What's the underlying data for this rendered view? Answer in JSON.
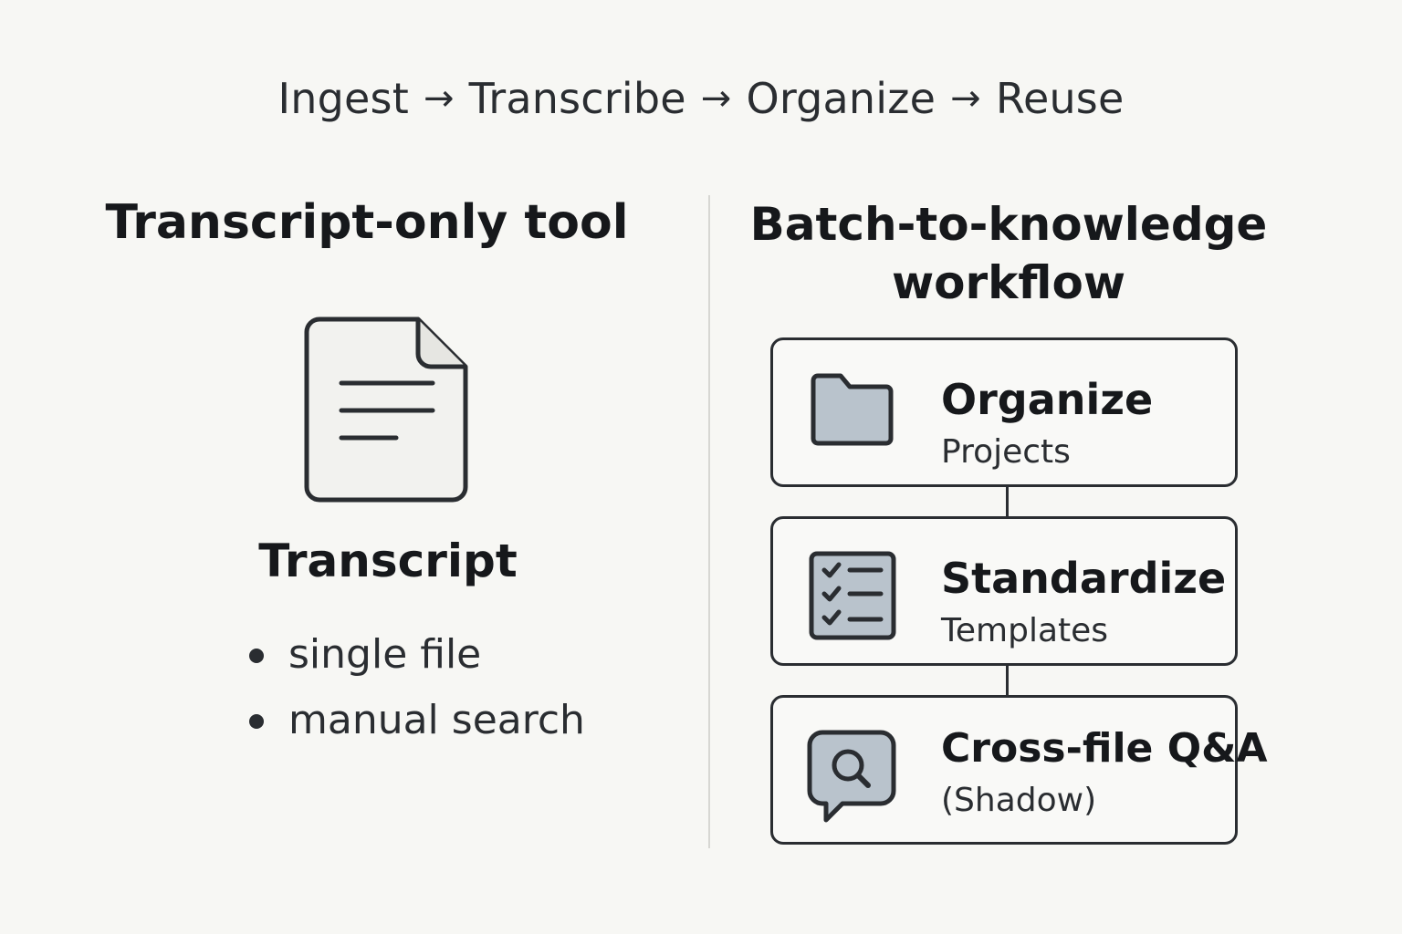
{
  "pipeline": {
    "steps": [
      "Ingest",
      "Transcribe",
      "Organize",
      "Reuse"
    ],
    "arrow": "→"
  },
  "left": {
    "title": "Transcript-only tool",
    "icon": "document-icon",
    "label": "Transcript",
    "bullets": [
      "single file",
      "manual search"
    ]
  },
  "right": {
    "title_line1": "Batch-to-knowledge",
    "title_line2": "workflow",
    "cards": [
      {
        "title": "Organize",
        "subtitle": "Projects",
        "icon": "folder-icon"
      },
      {
        "title": "Standardize",
        "subtitle": "Templates",
        "icon": "checklist-icon"
      },
      {
        "title": "Cross-file Q&A",
        "subtitle": "(Shadow)",
        "icon": "chat-search-icon"
      }
    ]
  },
  "colors": {
    "background": "#f7f7f4",
    "ink": "#2a2d31",
    "icon_fill": "#b9c3cc",
    "divider": "#d7d7d3"
  }
}
